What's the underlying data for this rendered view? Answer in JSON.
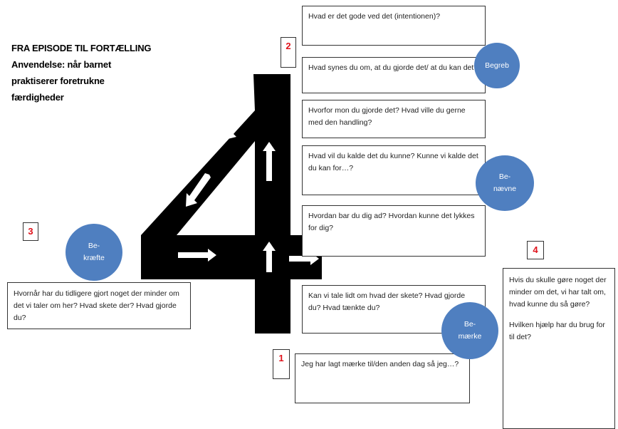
{
  "title": {
    "line1": "FRA EPISODE TIL FORTÆLLING",
    "line2": "Anvendelse: når barnet",
    "line3": "praktiserer foretrukne",
    "line4": "færdigheder"
  },
  "numbers": {
    "n1": "1",
    "n2": "2",
    "n3": "3",
    "n4": "4"
  },
  "circles": {
    "begreb": "Begreb",
    "benaevne": "Be-\nnævne",
    "bekraefte": "Be-\nkræfte",
    "bemaerke": "Be-\nmærke"
  },
  "boxes": {
    "q1": "Hvad er det gode ved det (intentionen)?",
    "q2": "Hvad synes du om, at du gjorde det/ at du kan det?",
    "q3": "Hvorfor mon du gjorde det? Hvad ville du gerne med den handling?",
    "q4": "Hvad vil du kalde det du kunne? Kunne vi kalde det du kan for…?",
    "q5": "Hvordan bar du dig ad? Hvordan kunne det lykkes for dig?",
    "q6": "Kan vi tale lidt om hvad der skete? Hvad gjorde du? Hvad tænkte du?",
    "q7": "Jeg har lagt mærke til/den anden dag så jeg…?",
    "q8": "Hvornår har du tidligere gjort noget der minder om det vi taler om her? Hvad skete der? Hvad gjorde du?",
    "q9a": "Hvis du skulle gøre noget der minder om det, vi har talt om, hvad kunne du så gøre?",
    "q9b": "Hvilken hjælp har du brug for til det?"
  },
  "colors": {
    "circle": "#4f7fc0",
    "number": "#e0121b",
    "road": "#000000"
  }
}
